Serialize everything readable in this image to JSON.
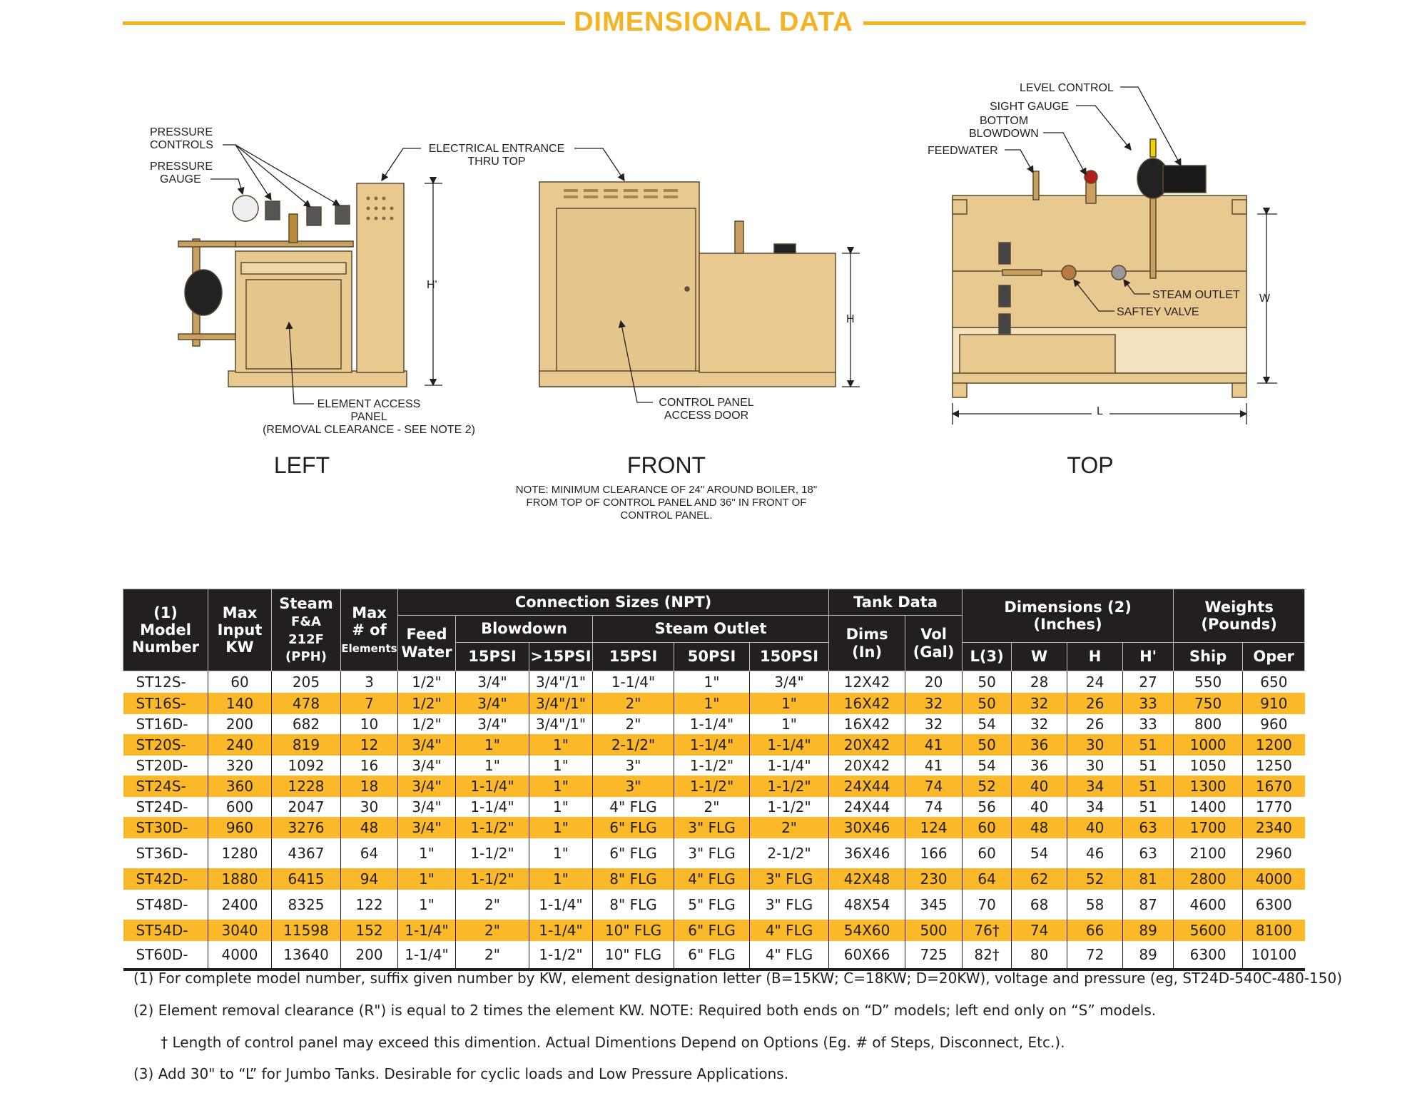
{
  "title": "DIMENSIONAL DATA",
  "colors": {
    "accent": "#f5b324",
    "row_highlight": "#fbb829",
    "header_bg": "#231f20",
    "unit_body": "#e8c98f"
  },
  "drawings": {
    "left": {
      "view_label": "LEFT",
      "pressure_controls": [
        "PRESSURE",
        "CONTROLS"
      ],
      "pressure_gauge": [
        "PRESSURE",
        "GAUGE"
      ],
      "electrical_entrance": [
        "ELECTRICAL ENTRANCE",
        "THRU TOP"
      ],
      "element_access": [
        "ELEMENT ACCESS",
        "PANEL",
        "(REMOVAL CLEARANCE - SEE NOTE 2)"
      ],
      "dim_h_prime": "H'"
    },
    "front": {
      "view_label": "FRONT",
      "control_panel_door": [
        "CONTROL PANEL",
        "ACCESS DOOR"
      ],
      "dim_h": "H",
      "note": [
        "NOTE: MINIMUM CLEARANCE OF 24\" AROUND BOILER, 18\"",
        "FROM TOP OF CONTROL PANEL AND 36\" IN FRONT OF",
        "CONTROL PANEL."
      ]
    },
    "top": {
      "view_label": "TOP",
      "level_control": "LEVEL CONTROL",
      "sight_gauge": "SIGHT GAUGE",
      "bottom_blowdown": [
        "BOTTOM",
        "BLOWDOWN"
      ],
      "feedwater": "FEEDWATER",
      "steam_outlet": "STEAM OUTLET",
      "safety_valve": "SAFTEY VALVE",
      "dim_w": "W",
      "dim_l": "L"
    }
  },
  "table": {
    "headers": {
      "model": [
        "(1)",
        "Model",
        "Number"
      ],
      "max_input": [
        "Max",
        "Input",
        "KW"
      ],
      "steam": [
        "Steam",
        "F&A 212F",
        "(PPH)"
      ],
      "max_elements": [
        "Max",
        "# of",
        "Elements"
      ],
      "connection_sizes": "Connection Sizes  (NPT)",
      "feed_water": [
        "Feed",
        "Water"
      ],
      "blowdown": "Blowdown",
      "steam_outlet": "Steam Outlet",
      "bd_15": "15PSI",
      "bd_gt15": ">15PSI",
      "so_15": "15PSI",
      "so_50": "50PSI",
      "so_150": "150PSI",
      "tank_data": "Tank Data",
      "dims": [
        "Dims",
        "(In)"
      ],
      "vol": [
        "Vol",
        "(Gal)"
      ],
      "dimensions": [
        "Dimensions  (2)",
        "(Inches)"
      ],
      "l3": "L(3)",
      "w": "W",
      "h": "H",
      "hp": "H'",
      "weights": [
        "Weights",
        "(Pounds)"
      ],
      "ship": "Ship",
      "oper": "Oper"
    },
    "rows": [
      [
        "ST12S-",
        "60",
        "205",
        "3",
        "1/2\"",
        "3/4\"",
        "3/4\"/1\"",
        "1-1/4\"",
        "1\"",
        "3/4\"",
        "12X42",
        "20",
        "50",
        "28",
        "24",
        "27",
        "550",
        "650"
      ],
      [
        "ST16S-",
        "140",
        "478",
        "7",
        "1/2\"",
        "3/4\"",
        "3/4\"/1\"",
        "2\"",
        "1\"",
        "1\"",
        "16X42",
        "32",
        "50",
        "32",
        "26",
        "33",
        "750",
        "910"
      ],
      [
        "ST16D-",
        "200",
        "682",
        "10",
        "1/2\"",
        "3/4\"",
        "3/4\"/1\"",
        "2\"",
        "1-1/4\"",
        "1\"",
        "16X42",
        "32",
        "54",
        "32",
        "26",
        "33",
        "800",
        "960"
      ],
      [
        "ST20S-",
        "240",
        "819",
        "12",
        "3/4\"",
        "1\"",
        "1\"",
        "2-1/2\"",
        "1-1/4\"",
        "1-1/4\"",
        "20X42",
        "41",
        "50",
        "36",
        "30",
        "51",
        "1000",
        "1200"
      ],
      [
        "ST20D-",
        "320",
        "1092",
        "16",
        "3/4\"",
        "1\"",
        "1\"",
        "3\"",
        "1-1/2\"",
        "1-1/4\"",
        "20X42",
        "41",
        "54",
        "36",
        "30",
        "51",
        "1050",
        "1250"
      ],
      [
        "ST24S-",
        "360",
        "1228",
        "18",
        "3/4\"",
        "1-1/4\"",
        "1\"",
        "3\"",
        "1-1/2\"",
        "1-1/2\"",
        "24X44",
        "74",
        "52",
        "40",
        "34",
        "51",
        "1300",
        "1670"
      ],
      [
        "ST24D-",
        "600",
        "2047",
        "30",
        "3/4\"",
        "1-1/4\"",
        "1\"",
        "4\" FLG",
        "2\"",
        "1-1/2\"",
        "24X44",
        "74",
        "56",
        "40",
        "34",
        "51",
        "1400",
        "1770"
      ],
      [
        "ST30D-",
        "960",
        "3276",
        "48",
        "3/4\"",
        "1-1/2\"",
        "1\"",
        "6\" FLG",
        "3\" FLG",
        "2\"",
        "30X46",
        "124",
        "60",
        "48",
        "40",
        "63",
        "1700",
        "2340"
      ],
      [
        "ST36D-",
        "1280",
        "4367",
        "64",
        "1\"",
        "1-1/2\"",
        "1\"",
        "6\" FLG",
        "3\" FLG",
        "2-1/2\"",
        "36X46",
        "166",
        "60",
        "54",
        "46",
        "63",
        "2100",
        "2960"
      ],
      [
        "ST42D-",
        "1880",
        "6415",
        "94",
        "1\"",
        "1-1/2\"",
        "1\"",
        "8\" FLG",
        "4\" FLG",
        "3\" FLG",
        "42X48",
        "230",
        "64",
        "62",
        "52",
        "81",
        "2800",
        "4000"
      ],
      [
        "ST48D-",
        "2400",
        "8325",
        "122",
        "1\"",
        "2\"",
        "1-1/4\"",
        "8\" FLG",
        "5\" FLG",
        "3\" FLG",
        "48X54",
        "345",
        "70",
        "68",
        "58",
        "87",
        "4600",
        "6300"
      ],
      [
        "ST54D-",
        "3040",
        "11598",
        "152",
        "1-1/4\"",
        "2\"",
        "1-1/4\"",
        "10\" FLG",
        "6\" FLG",
        "4\" FLG",
        "54X60",
        "500",
        "76†",
        "74",
        "66",
        "89",
        "5600",
        "8100"
      ],
      [
        "ST60D-",
        "4000",
        "13640",
        "200",
        "1-1/4\"",
        "2\"",
        "1-1/2\"",
        "10\" FLG",
        "6\" FLG",
        "4\" FLG",
        "60X66",
        "725",
        "82†",
        "80",
        "72",
        "89",
        "6300",
        "10100"
      ]
    ],
    "highlighted_rows": [
      1,
      3,
      5,
      7,
      9,
      11
    ]
  },
  "footnotes": [
    "(1)  For complete model number, suffix given number by KW, element designation letter (B=15KW; C=18KW; D=20KW), voltage and pressure (eg, ST24D-540C-480-150)",
    "(2)  Element removal clearance (R\") is equal to 2 times the element KW.   NOTE:  Required both ends on “D” models; left end only on “S” models.",
    "      † Length of control panel may exceed this dimention. Actual Dimentions Depend on Options (Eg. # of Steps, Disconnect, Etc.).",
    "(3)  Add 30\" to “L” for Jumbo Tanks. Desirable for cyclic loads and Low Pressure Applications."
  ]
}
